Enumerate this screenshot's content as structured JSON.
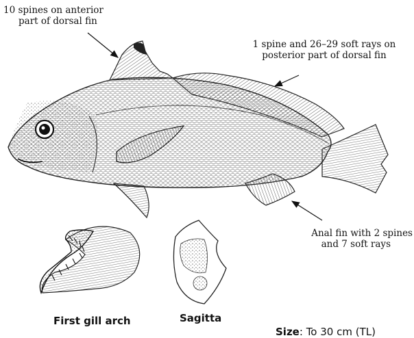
{
  "annotations": {
    "anterior_dorsal": [
      "10 spines on anterior",
      "part of dorsal fin"
    ],
    "posterior_dorsal": [
      "1 spine and 26–29 soft rays on",
      "posterior part of dorsal fin"
    ],
    "anal_fin": [
      "Anal fin with 2 spines",
      "and 7 soft rays"
    ]
  },
  "captions": {
    "gill_arch": "First gill arch",
    "sagitta": "Sagitta"
  },
  "size_line": {
    "label": "Size",
    "value": "To 30 cm (TL)"
  }
}
